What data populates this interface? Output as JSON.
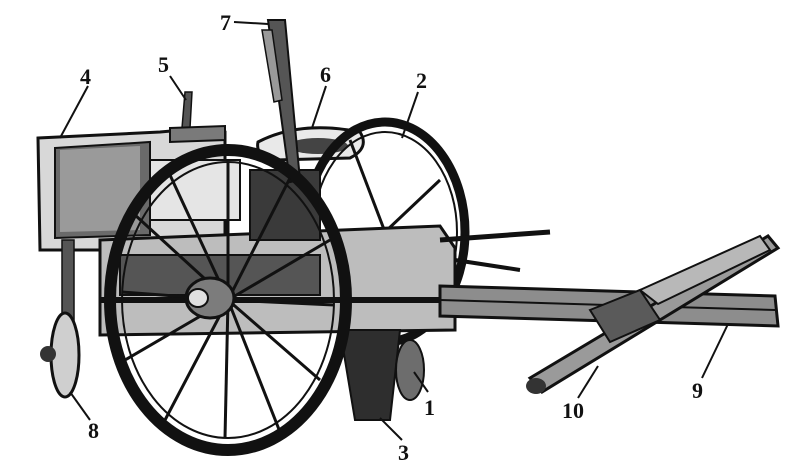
{
  "callouts": [
    {
      "id": "1",
      "text": "1"
    },
    {
      "id": "2",
      "text": "2"
    },
    {
      "id": "3",
      "text": "3"
    },
    {
      "id": "4",
      "text": "4"
    },
    {
      "id": "5",
      "text": "5"
    },
    {
      "id": "6",
      "text": "6"
    },
    {
      "id": "7",
      "text": "7"
    },
    {
      "id": "8",
      "text": "8"
    },
    {
      "id": "9",
      "text": "9"
    },
    {
      "id": "10",
      "text": "10"
    }
  ],
  "colors": {
    "ink": "#111111",
    "background": "#ffffff"
  }
}
